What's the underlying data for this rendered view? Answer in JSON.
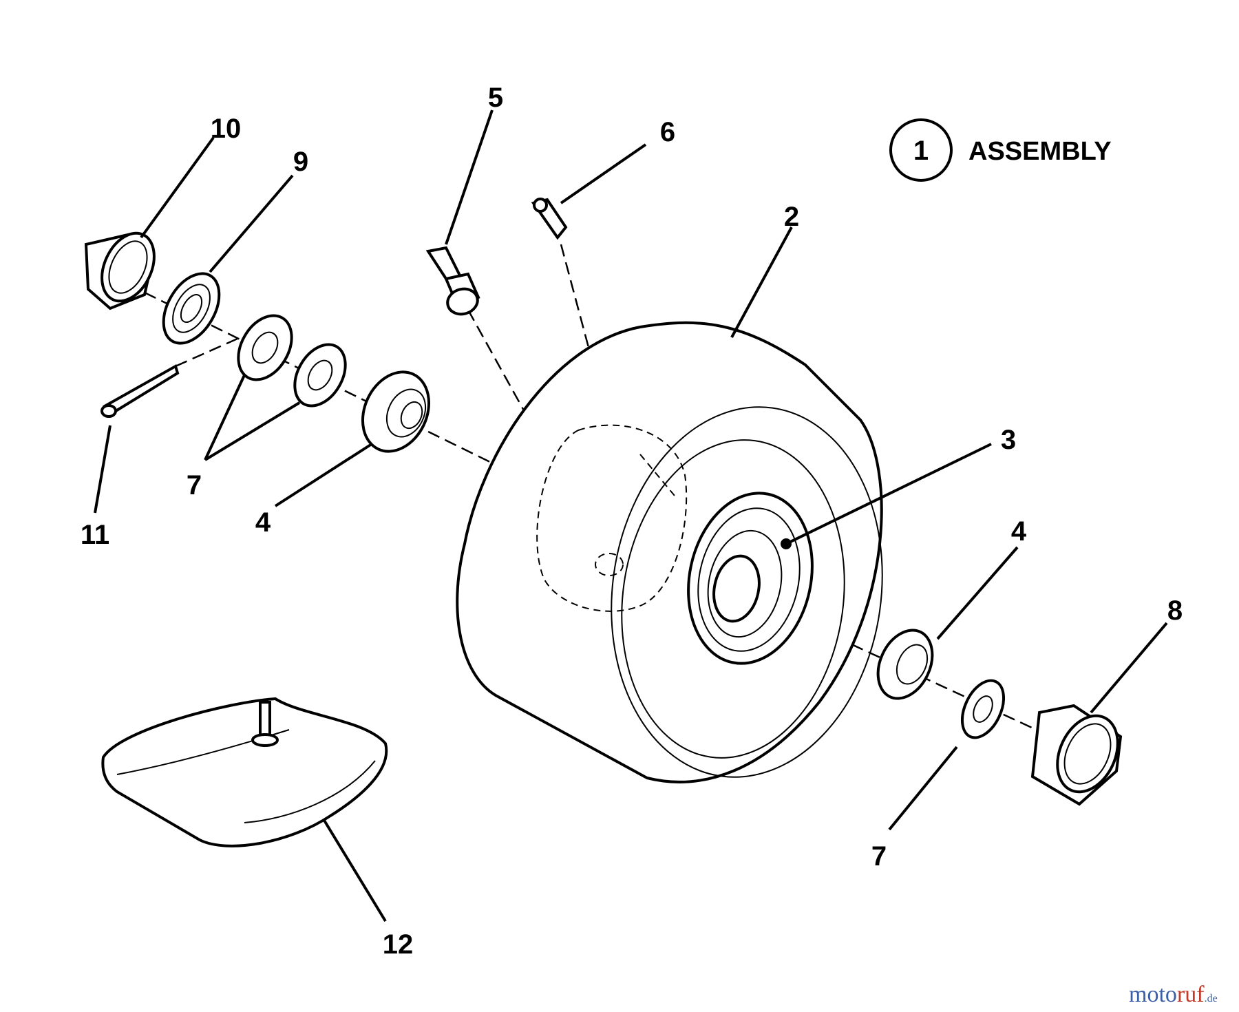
{
  "callouts": {
    "c10": "10",
    "c9": "9",
    "c5": "5",
    "c6": "6",
    "c2": "2",
    "c3": "3",
    "c11": "11",
    "c7_left": "7",
    "c4_left": "4",
    "c4_right": "4",
    "c8": "8",
    "c7_right": "7",
    "c12": "12"
  },
  "assembly": {
    "number": "1",
    "label": "ASSEMBLY"
  },
  "watermark": {
    "part1": "moto",
    "part2": "ruf",
    "suffix": ".de"
  }
}
